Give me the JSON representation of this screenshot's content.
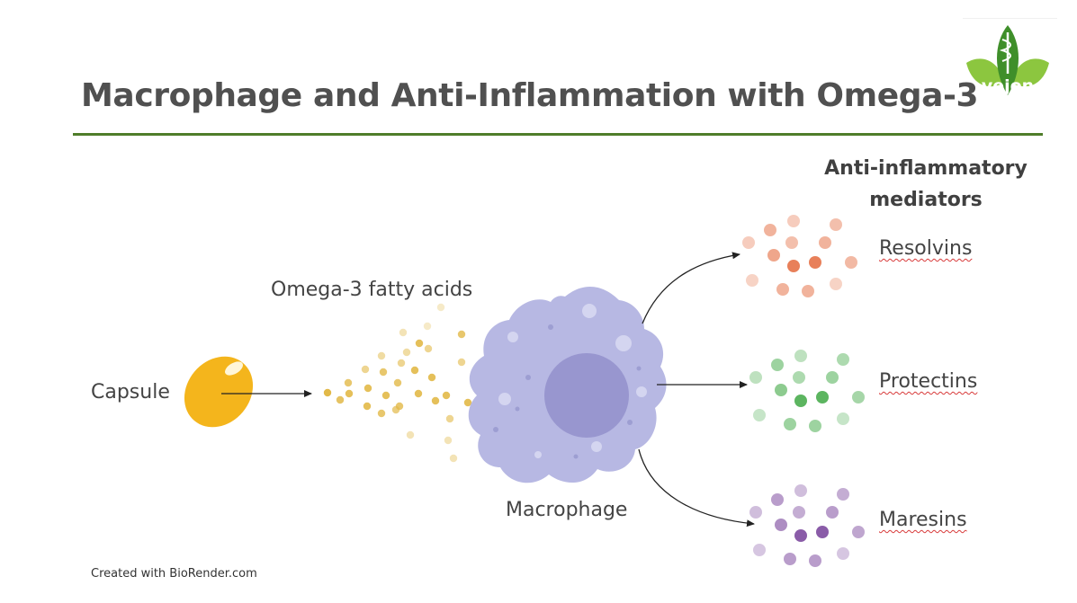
{
  "title": "Macrophage and Anti-Inflammation with Omega-3",
  "logo": {
    "text": "vejon",
    "colors": {
      "leaf_light": "#8cc63f",
      "leaf_dark": "#3f8f2a"
    }
  },
  "labels": {
    "capsule": "Capsule",
    "fatty_acids": "Omega-3 fatty acids",
    "macrophage": "Macrophage",
    "mediators_heading": "Anti-inflammatory mediators"
  },
  "mediators": [
    {
      "name": "Resolvins",
      "color": "#e8805a"
    },
    {
      "name": "Protectins",
      "color": "#5cb560"
    },
    {
      "name": "Maresins",
      "color": "#8a5ca8"
    }
  ],
  "colors": {
    "capsule": "#f4b51c",
    "fatty_acid_dots": "#e2b948",
    "macrophage_body": "#b7b8e3",
    "macrophage_nucleus": "#9896cf",
    "title_rule": "#4f7d2a"
  },
  "credit": "Created with BioRender.com"
}
